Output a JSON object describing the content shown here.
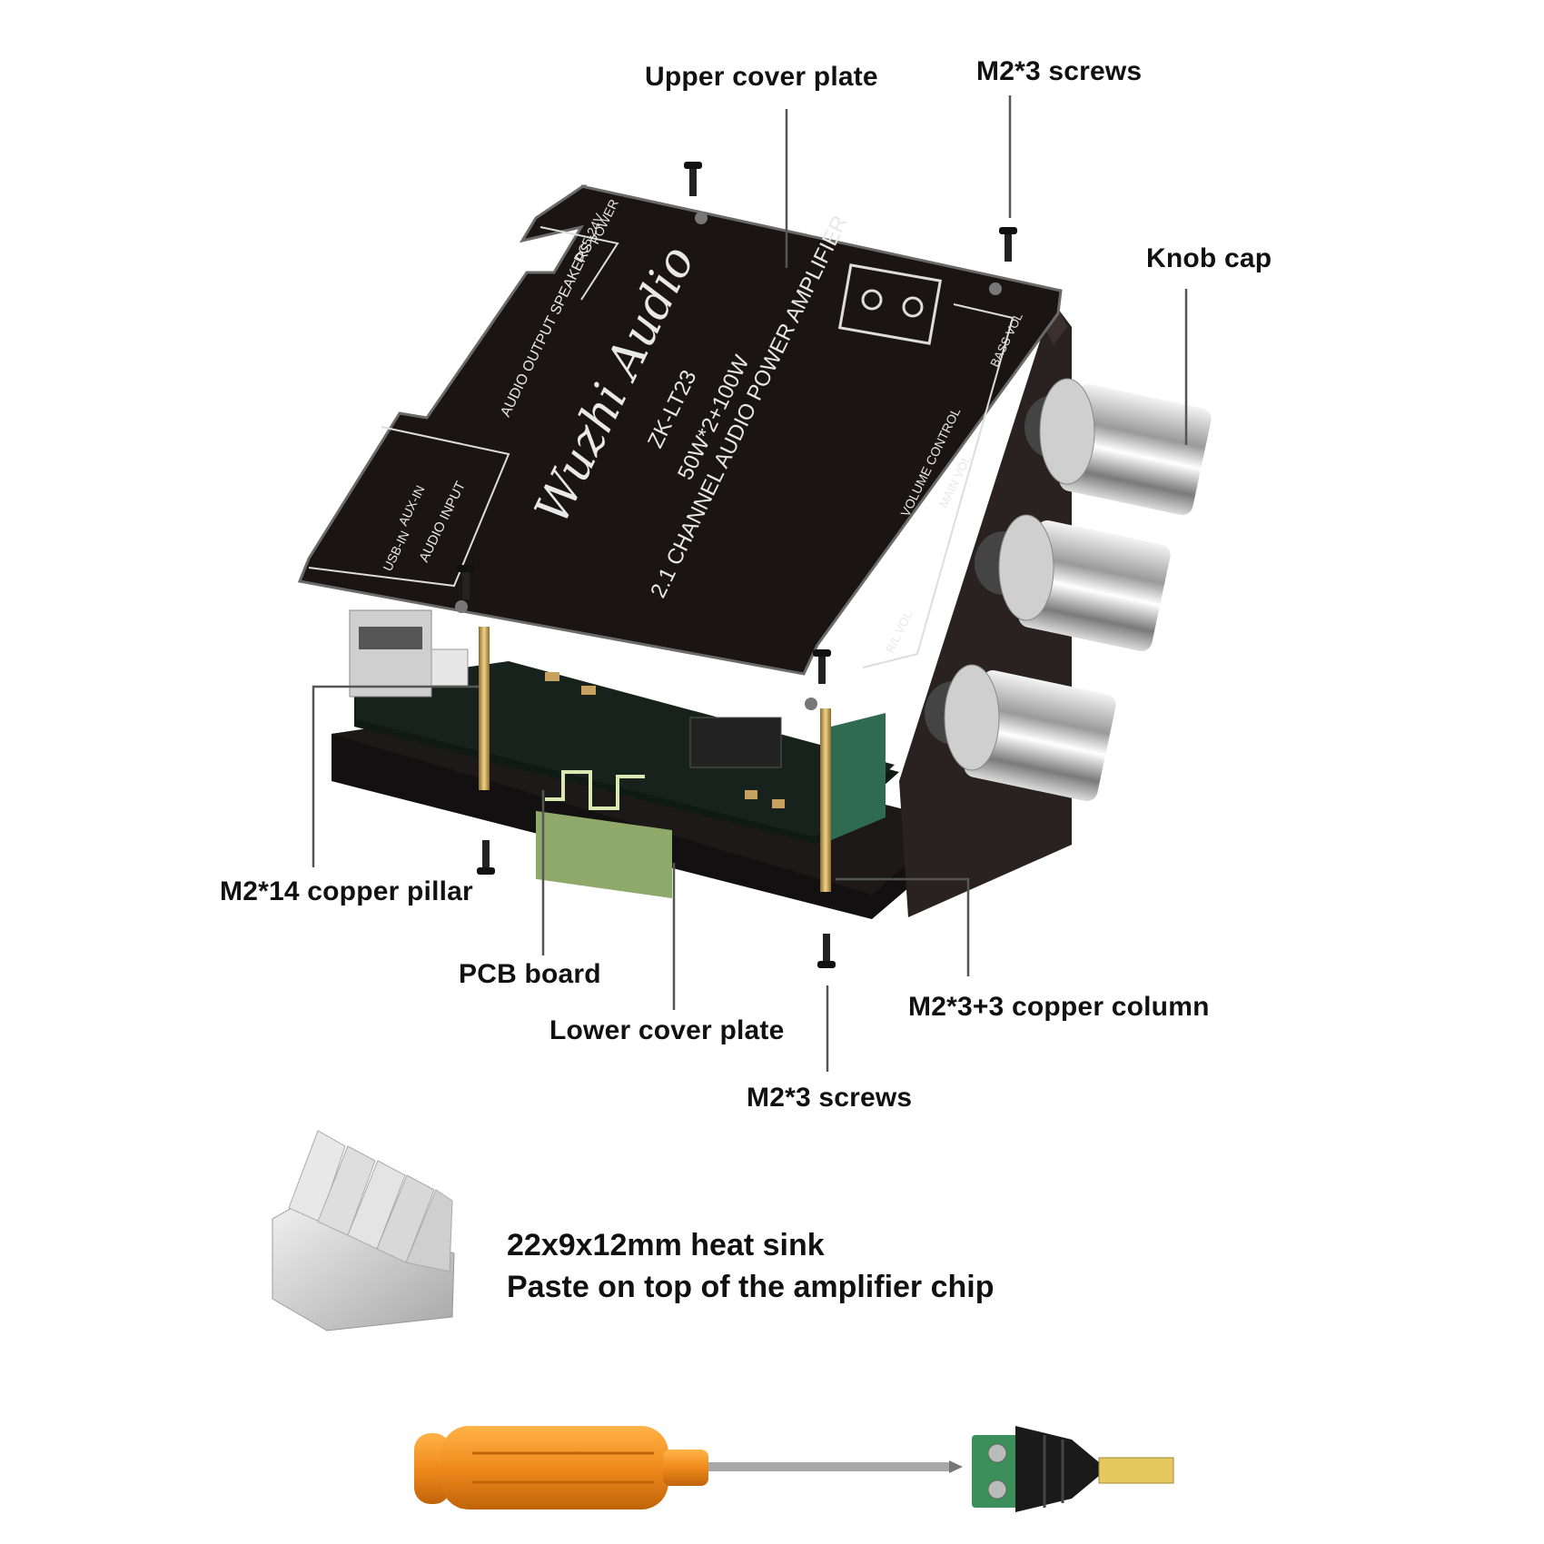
{
  "labels": {
    "upper_cover_plate": "Upper cover plate",
    "top_screws": "M2*3 screws",
    "knob_cap": "Knob cap",
    "copper_pillar": "M2*14 copper pillar",
    "pcb_board": "PCB board",
    "lower_cover_plate": "Lower cover plate",
    "copper_column": "M2*3+3 copper column",
    "bottom_screws": "M2*3 screws"
  },
  "heat_sink": {
    "line1": "22x9x12mm heat sink",
    "line2": "Paste on top of the amplifier chip"
  },
  "board_markings": {
    "brand": "Wuzhi Audio",
    "model": "ZK-LT23",
    "power": "50W*2+100W",
    "description": "2.1 CHANNEL AUDIO POWER AMPLIFIER",
    "power_in": "POWER",
    "voltage": "DC5-24V",
    "audio_output": "AUDIO OUTPUT SPEAKERS",
    "audio_input": "AUDIO INPUT",
    "aux_in": "AUX-IN",
    "usb_in": "USB-IN",
    "volume_control": "VOLUME CONTROL",
    "bass_vol": "BASS VOL",
    "main_vol": "MAIN VOL",
    "rl_vol": "R/L VOL"
  },
  "colors": {
    "board": "#1a1414",
    "print": "#e8e8e8",
    "knob": "#c8c8c8",
    "handle": "#f0932b",
    "terminal": "#3c8f5a",
    "pillar": "#c9a35a"
  }
}
